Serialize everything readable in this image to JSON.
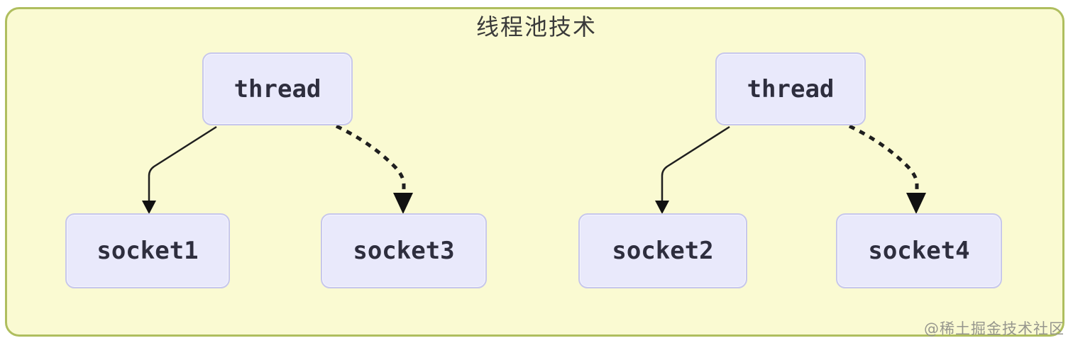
{
  "title": "线程池技术",
  "watermark": "@稀土掘金技术社区",
  "nodes": {
    "thread_left": "thread",
    "thread_right": "thread",
    "socket1": "socket1",
    "socket2": "socket2",
    "socket3": "socket3",
    "socket4": "socket4"
  },
  "edges": [
    {
      "from": "thread_left",
      "to": "socket1",
      "style": "solid"
    },
    {
      "from": "thread_left",
      "to": "socket3",
      "style": "dashed"
    },
    {
      "from": "thread_right",
      "to": "socket2",
      "style": "solid"
    },
    {
      "from": "thread_right",
      "to": "socket4",
      "style": "dashed"
    }
  ],
  "colors": {
    "canvas_bg": "#fafad2",
    "canvas_border": "#afbe5e",
    "node_bg": "#e9e9fb",
    "node_border": "#c7c7ec",
    "node_text": "#2e2e3e",
    "edge": "#1f1f1f",
    "title_text": "#3a3a3a",
    "watermark_text": "#96968d"
  }
}
